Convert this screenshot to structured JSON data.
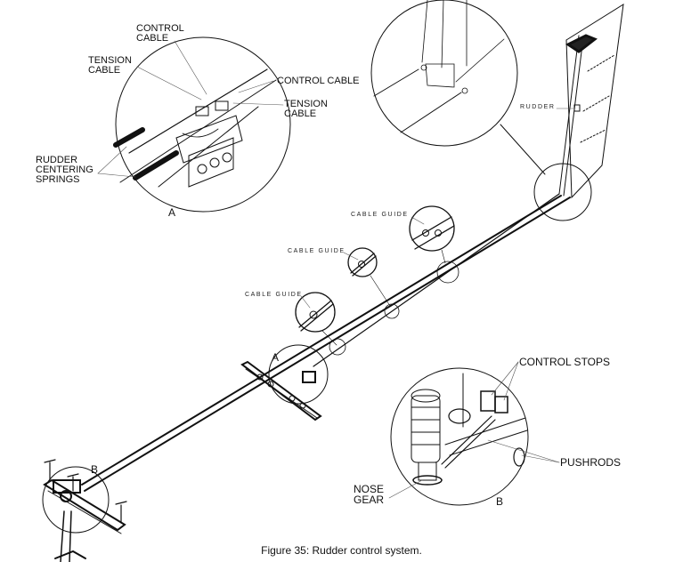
{
  "figure": {
    "caption": "Figure 35: Rudder control system."
  },
  "detail_a": {
    "letter": "A",
    "labels": {
      "control_cable_top": "CONTROL\nCABLE",
      "tension_cable_left": "TENSION\nCABLE",
      "control_cable_right": "CONTROL CABLE",
      "tension_cable_right": "TENSION\nCABLE",
      "springs": "RUDDER\nCENTERING\nSPRINGS"
    }
  },
  "rudder_detail": {
    "label": "RUDDER"
  },
  "cable_guides": [
    {
      "label": "CABLE GUIDE"
    },
    {
      "label": "CABLE GUIDE"
    },
    {
      "label": "CABLE GUIDE"
    }
  ],
  "main_view": {
    "marker_a": "A",
    "marker_b": "B"
  },
  "detail_b": {
    "letter": "B",
    "labels": {
      "control_stops": "CONTROL STOPS",
      "pushrods": "PUSHRODS",
      "nose_gear": "NOSE\nGEAR"
    }
  }
}
